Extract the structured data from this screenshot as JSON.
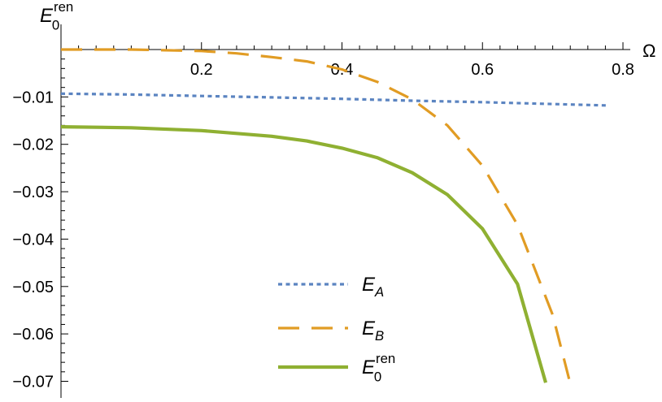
{
  "chart_data": {
    "type": "line",
    "title": "",
    "xlabel": "Ω",
    "ylabel": {
      "base": "E",
      "sub": "0",
      "sup": "ren"
    },
    "xlim": [
      0,
      0.8
    ],
    "ylim": [
      -0.073,
      0.0
    ],
    "x_ticks": [
      0.2,
      0.4,
      0.6,
      0.8
    ],
    "x_tick_labels": [
      "0.2",
      "0.4",
      "0.6",
      "0.8"
    ],
    "y_ticks": [
      -0.01,
      -0.02,
      -0.03,
      -0.04,
      -0.05,
      -0.06,
      -0.07
    ],
    "y_tick_labels": [
      "-0.01",
      "-0.02",
      "-0.03",
      "-0.04",
      "-0.05",
      "-0.06",
      "-0.07"
    ],
    "grid": false,
    "legend_position": "bottom-center",
    "series": [
      {
        "name": {
          "base": "E",
          "sub": "A",
          "sup": ""
        },
        "style": "dotted",
        "color": "#5b84c1",
        "x": [
          0,
          0.1,
          0.2,
          0.3,
          0.4,
          0.5,
          0.6,
          0.7,
          0.78
        ],
        "y": [
          -0.0093,
          -0.0095,
          -0.0098,
          -0.0101,
          -0.0104,
          -0.0108,
          -0.0111,
          -0.0115,
          -0.0118
        ]
      },
      {
        "name": {
          "base": "E",
          "sub": "B",
          "sup": ""
        },
        "style": "dashed",
        "color": "#e19c24",
        "x": [
          0,
          0.1,
          0.2,
          0.25,
          0.3,
          0.35,
          0.4,
          0.45,
          0.5,
          0.55,
          0.6,
          0.65,
          0.7,
          0.725
        ],
        "y": [
          0.0,
          0.0,
          -0.0003,
          -0.0008,
          -0.0016,
          -0.0025,
          -0.0042,
          -0.0068,
          -0.0105,
          -0.016,
          -0.0245,
          -0.037,
          -0.056,
          -0.0705
        ]
      },
      {
        "name": {
          "base": "E",
          "sub": "0",
          "sup": "ren"
        },
        "style": "solid",
        "color": "#8fb032",
        "x": [
          0,
          0.1,
          0.2,
          0.3,
          0.35,
          0.4,
          0.45,
          0.5,
          0.55,
          0.6,
          0.65,
          0.69
        ],
        "y": [
          -0.0163,
          -0.0165,
          -0.0171,
          -0.0183,
          -0.0193,
          -0.0208,
          -0.0228,
          -0.026,
          -0.0306,
          -0.0378,
          -0.0495,
          -0.0703
        ]
      }
    ]
  }
}
